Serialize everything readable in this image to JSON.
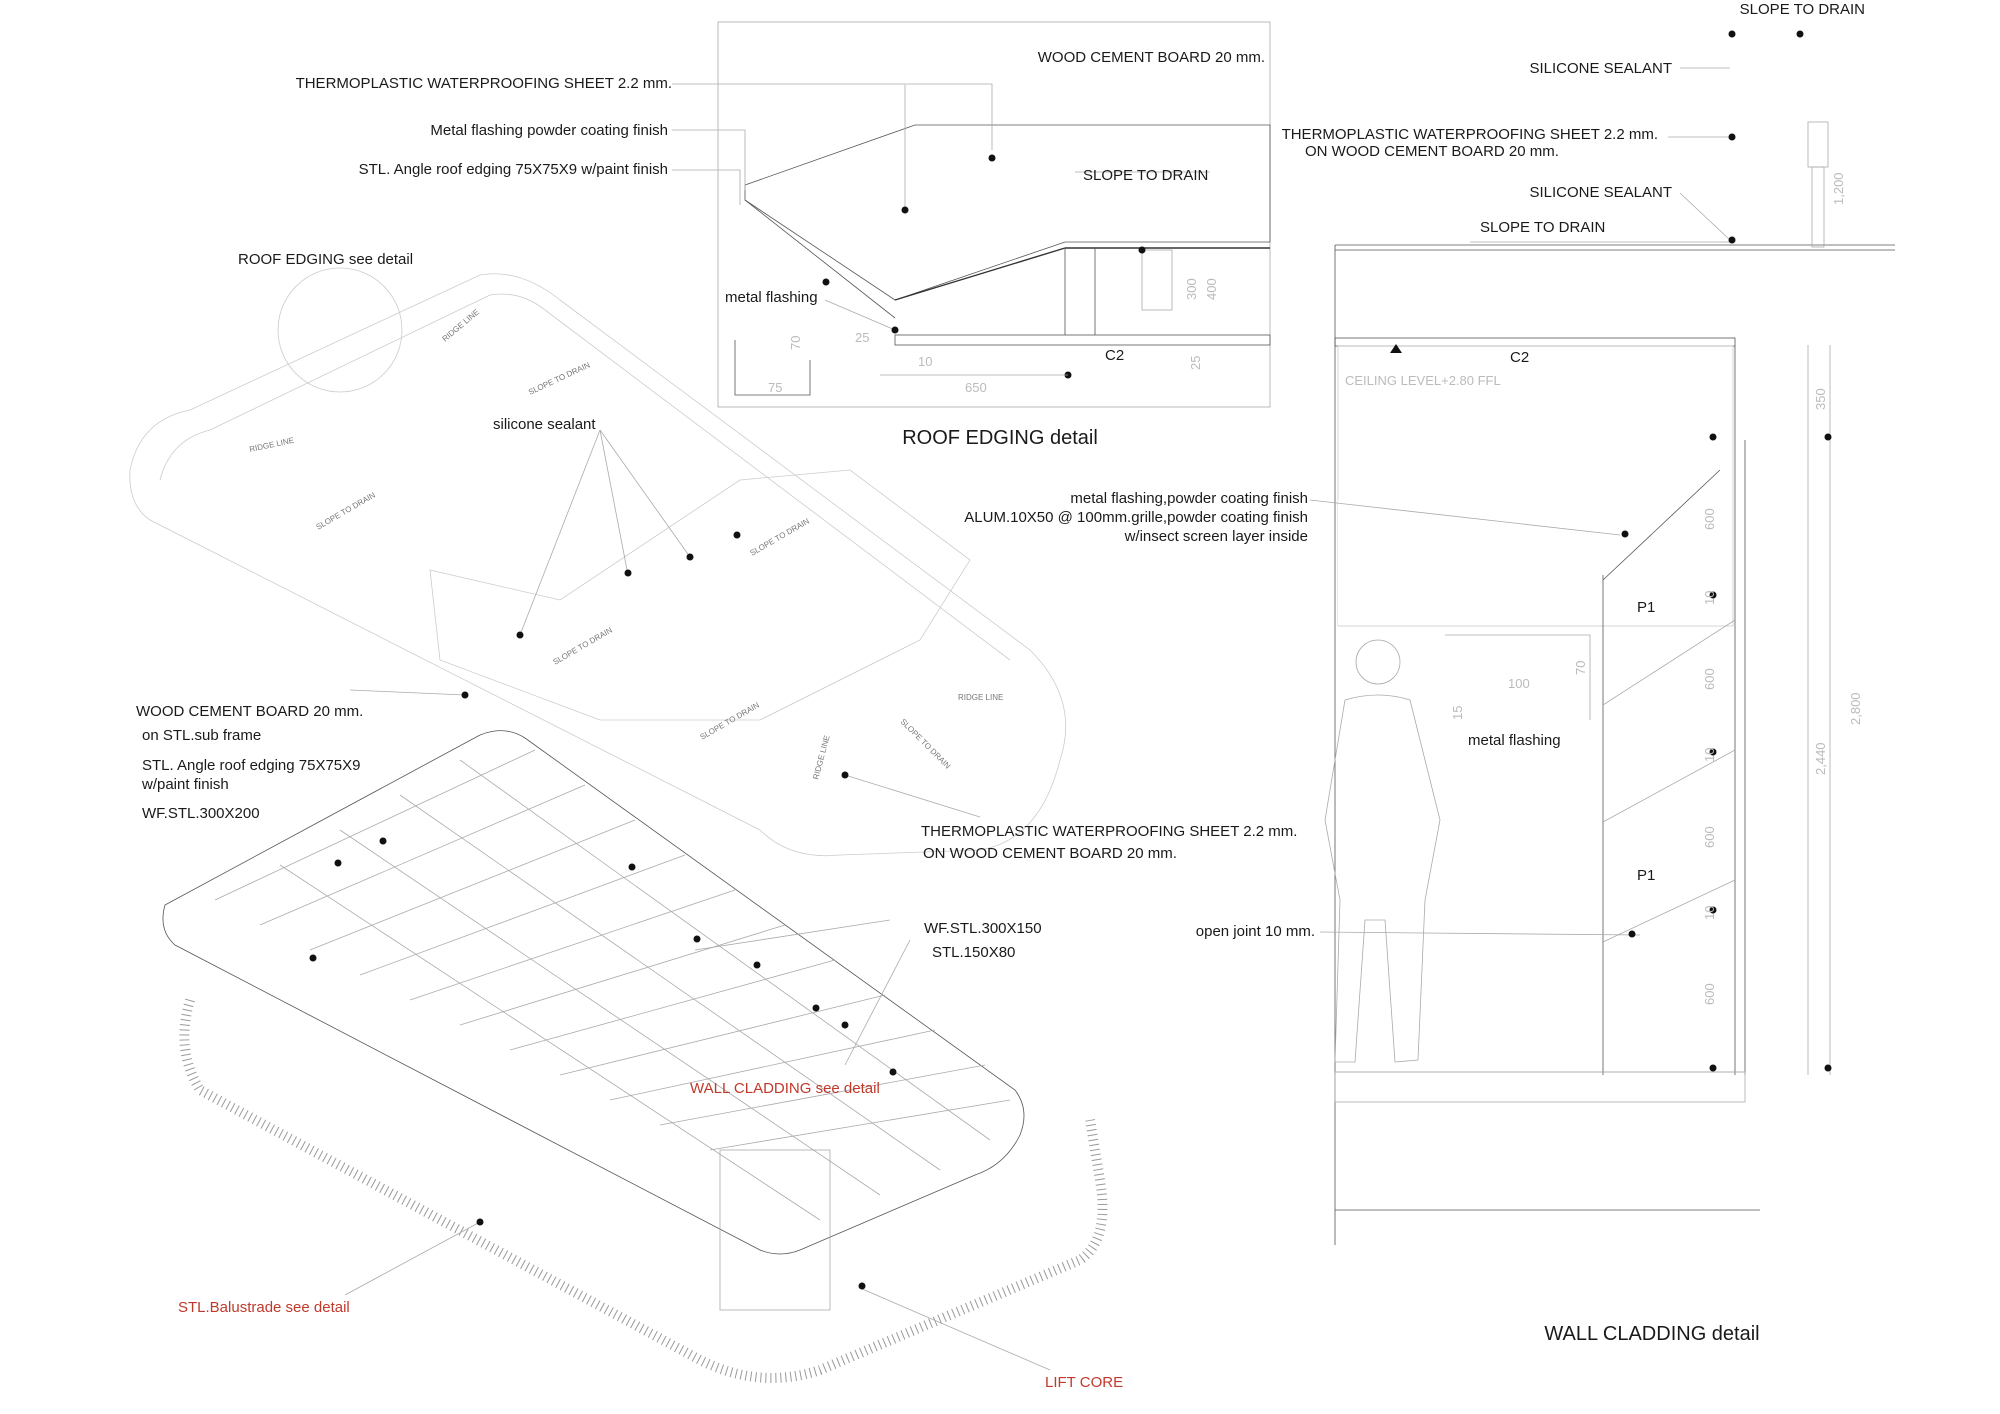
{
  "titles": {
    "roof_edging_detail": "ROOF EDGING detail",
    "wall_cladding_detail": "WALL CLADDING detail"
  },
  "roof_detail": {
    "thermoplastic": "THERMOPLASTIC WATERPROOFING SHEET 2.2 mm.",
    "metal_flashing_powder": "Metal flashing powder coating finish",
    "stl_angle": "STL. Angle roof edging 75X75X9 w/paint finish",
    "wood_cement": "WOOD CEMENT BOARD 20 mm.",
    "slope_to_drain": "SLOPE TO DRAIN",
    "metal_flashing": "metal flashing",
    "c2": "C2",
    "dim_650": "650",
    "dim_300": "300",
    "dim_400": "400",
    "dim_25a": "25",
    "dim_25b": "25",
    "dim_10": "10",
    "dim_70": "70",
    "dim_75": "75"
  },
  "axon": {
    "roof_edging_see_detail": "ROOF EDGING see detail",
    "silicone_sealant": "silicone sealant",
    "wood_cement_1": "WOOD CEMENT BOARD 20 mm.",
    "wood_cement_2": "on STL.sub frame",
    "stl_angle_1": "STL. Angle roof edging 75X75X9",
    "stl_angle_2": "w/paint finish",
    "wf_300x200": "WF.STL.300X200",
    "thermo_1": "THERMOPLASTIC WATERPROOFING SHEET 2.2 mm.",
    "thermo_2": "ON WOOD CEMENT BOARD 20 mm.",
    "wf_300x150": "WF.STL.300X150",
    "stl_150x80": "STL.150X80",
    "wall_cladding_see_detail": "WALL CLADDING see detail",
    "stl_balustrade": "STL.Balustrade see detail",
    "lift_core": "LIFT CORE",
    "ridge_line": "RIDGE LINE",
    "slope_to_drain": "SLOPE TO DRAIN"
  },
  "wall_detail": {
    "slope_to_drain_top": "SLOPE TO DRAIN",
    "silicone_sealant_1": "SILICONE SEALANT",
    "thermo_1": "THERMOPLASTIC WATERPROOFING SHEET 2.2 mm.",
    "thermo_2": "ON WOOD CEMENT BOARD 20 mm.",
    "silicone_sealant_2": "SILICONE SEALANT",
    "slope_to_drain": "SLOPE TO DRAIN",
    "c2": "C2",
    "ceiling_level": "CEILING LEVEL+2.80 FFL",
    "metal_flashing_finish": "metal flashing,powder coating finish",
    "alum_grille": "ALUM.10X50 @ 100mm.grille,powder coating finish",
    "insect_screen": "w/insect screen layer inside",
    "p1_a": "P1",
    "p1_b": "P1",
    "metal_flashing": "metal flashing",
    "open_joint": "open joint 10 mm.",
    "dim_1200": "1,200",
    "dim_350": "350",
    "dim_600a": "600",
    "dim_10a": "10",
    "dim_600b": "600",
    "dim_10b": "10",
    "dim_600c": "600",
    "dim_10c": "10",
    "dim_600d": "600",
    "dim_2440": "2,440",
    "dim_2800": "2,800",
    "dim_100": "100",
    "dim_70": "70",
    "dim_15": "15"
  },
  "colors": {
    "ink": "#1a1a1a",
    "accent_red": "#c0392b",
    "line": "#555555"
  }
}
